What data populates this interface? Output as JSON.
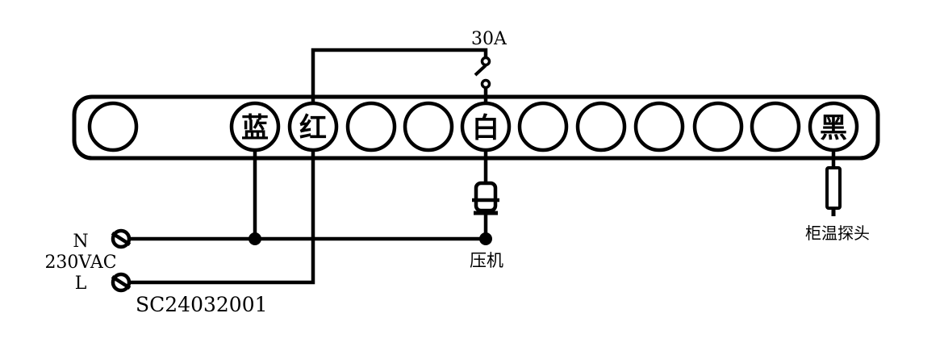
{
  "terminal_strip": {
    "terminals": [
      {
        "id": "t1",
        "label": ""
      },
      {
        "id": "t2",
        "label": "蓝"
      },
      {
        "id": "t3",
        "label": "红"
      },
      {
        "id": "t4",
        "label": ""
      },
      {
        "id": "t5",
        "label": ""
      },
      {
        "id": "t6",
        "label": "白"
      },
      {
        "id": "t7",
        "label": ""
      },
      {
        "id": "t8",
        "label": ""
      },
      {
        "id": "t9",
        "label": ""
      },
      {
        "id": "t10",
        "label": ""
      },
      {
        "id": "t11",
        "label": ""
      },
      {
        "id": "t12",
        "label": "黑"
      }
    ]
  },
  "relay": {
    "rating": "30A"
  },
  "power": {
    "n_label": "N",
    "l_label": "L",
    "voltage": "230VAC"
  },
  "compressor": {
    "label": "压机"
  },
  "probe": {
    "label": "柜温探头"
  },
  "model_code": "SC24032001",
  "colors": {
    "line": "#000000",
    "background": "#ffffff"
  }
}
